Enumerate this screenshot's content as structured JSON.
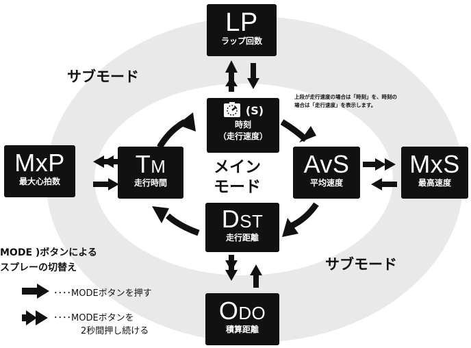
{
  "boxes": {
    "lp": {
      "main": "LP",
      "sub": "ラップ回数"
    },
    "clock": {
      "suffix": "(S)",
      "line1": "時刻",
      "line2": "（走行速度）"
    },
    "tm": {
      "main_a": "T",
      "main_b": "M",
      "sub": "走行時間"
    },
    "avs": {
      "main": "AvS",
      "sub": "平均速度"
    },
    "mxp": {
      "main": "MxP",
      "sub": "最大心拍数"
    },
    "mxs": {
      "main": "MxS",
      "sub": "最高速度"
    },
    "dst": {
      "main_a": "D",
      "main_b": "ST",
      "sub": "走行距離"
    },
    "odo": {
      "main_a": "O",
      "main_b": "DO",
      "sub": "積算距離"
    }
  },
  "labels": {
    "sub_mode_top": "サブモード",
    "sub_mode_bottom": "サブモード",
    "main_mode_line1": "メイン",
    "main_mode_line2": "モード"
  },
  "note": {
    "line1": "上段が走行速度の場合は「時刻」を、時刻の",
    "line2": "場合は「走行速度」を表示します。"
  },
  "legend": {
    "title_line1": "MODE )ボタンによる",
    "title_line2": "スプレーの切替え",
    "item1": "････MODEボタンを押す",
    "item2_line1": "････MODEボタンを",
    "item2_line2": "2秒間押し続ける"
  },
  "colors": {
    "box": "#111111",
    "outer_ring": "#e9e9e9",
    "inner_disc": "#ffffff",
    "arrow": "#111111"
  },
  "icons": [
    "stopwatch-icon",
    "arrow-icon",
    "double-arrow-icon"
  ]
}
